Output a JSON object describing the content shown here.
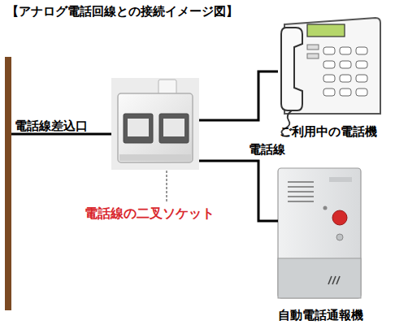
{
  "diagram": {
    "title": "【アナログ電話回線との接続イメージ図】",
    "nodes": [
      {
        "text": [
          "電話線差込口"
        ]
      },
      {
        "text": [
          "電話線の二叉ソケット"
        ]
      },
      {
        "text": [
          "ご利用中の電話機"
        ]
      },
      {
        "text": [
          "自動電話通報機"
        ]
      }
    ],
    "edges": [
      {
        "from": 0,
        "to": 1,
        "arrow": "none"
      },
      {
        "from": 1,
        "to": 2,
        "arrow": "none"
      },
      {
        "from": 1,
        "to": 3,
        "label": "電話線",
        "arrow": "none"
      }
    ]
  }
}
